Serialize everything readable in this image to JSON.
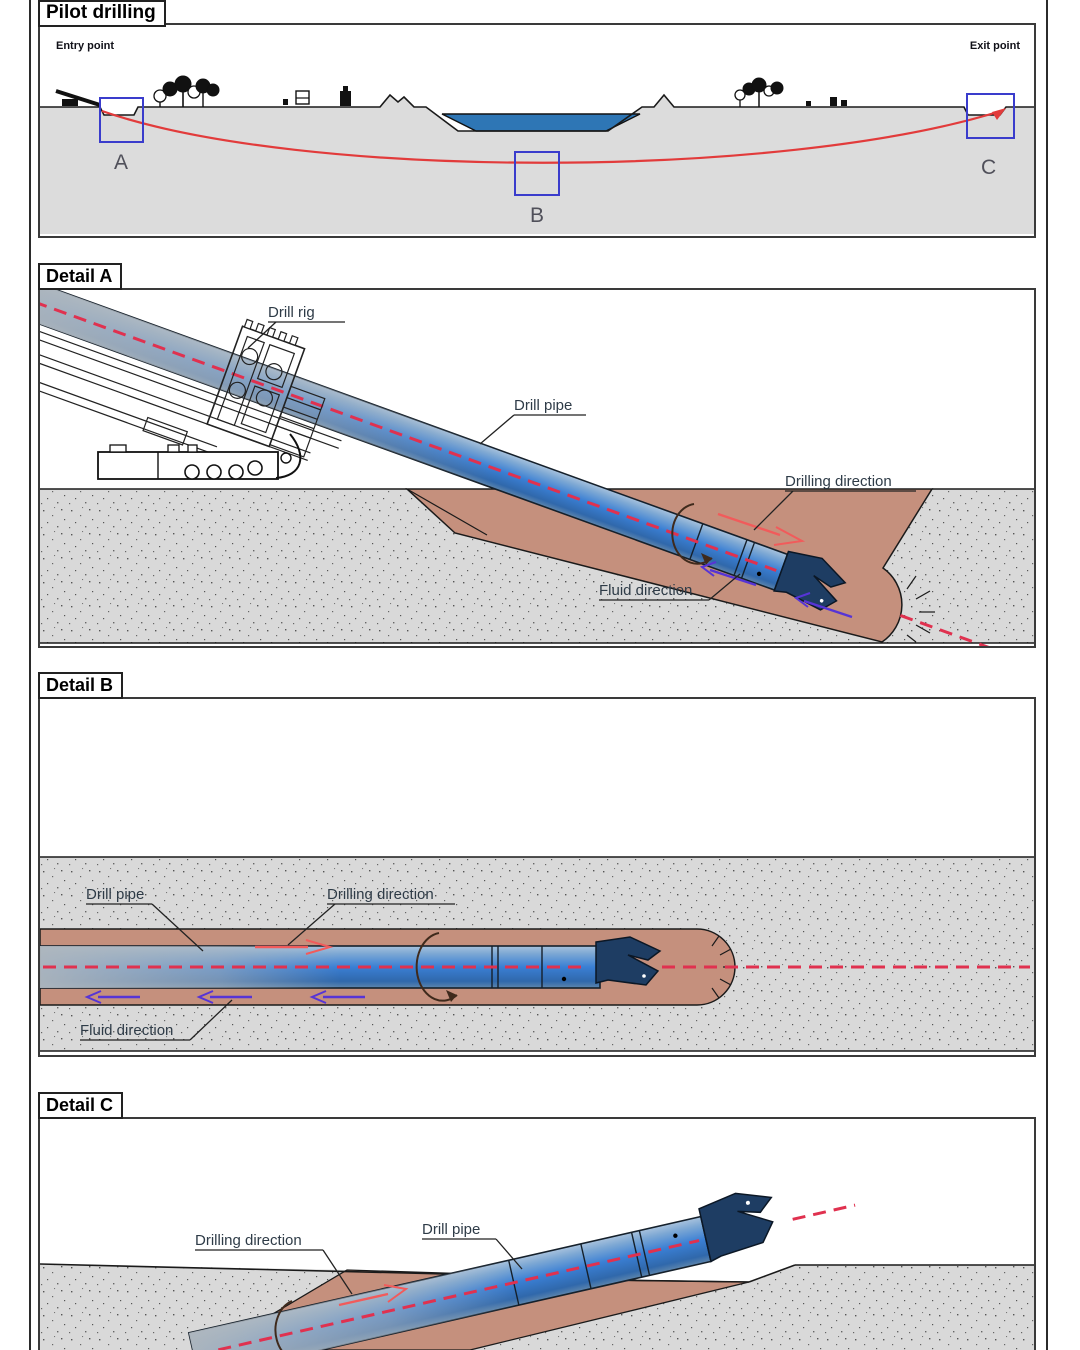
{
  "overview": {
    "title": "Pilot drilling",
    "entry_label": "Entry point",
    "exit_label": "Exit point",
    "markers": {
      "a": "A",
      "b": "B",
      "c": "C"
    }
  },
  "detail_a": {
    "title": "Detail A",
    "labels": {
      "drill_rig": "Drill rig",
      "drill_pipe": "Drill pipe",
      "drilling_direction": "Drilling direction",
      "fluid_direction": "Fluid direction"
    }
  },
  "detail_b": {
    "title": "Detail B",
    "labels": {
      "drill_pipe": "Drill pipe",
      "drilling_direction": "Drilling direction",
      "fluid_direction": "Fluid direction"
    }
  },
  "detail_c": {
    "title": "Detail C",
    "labels": {
      "drilling_direction": "Drilling direction",
      "drill_pipe": "Drill pipe"
    }
  },
  "colors": {
    "soil_gray": "#d9d9d9",
    "bore_annulus": "#c5907d",
    "pipe_blue": "#3a7fd4",
    "path_red": "#e23b3b",
    "centerline_red": "#e0314f",
    "fluid_purple": "#5634d6",
    "drill_arrow_red": "#f15b5b",
    "marker_box_blue": "#3a3ccc",
    "water_blue": "#2e76b5",
    "bit_navy": "#1e3d63"
  }
}
